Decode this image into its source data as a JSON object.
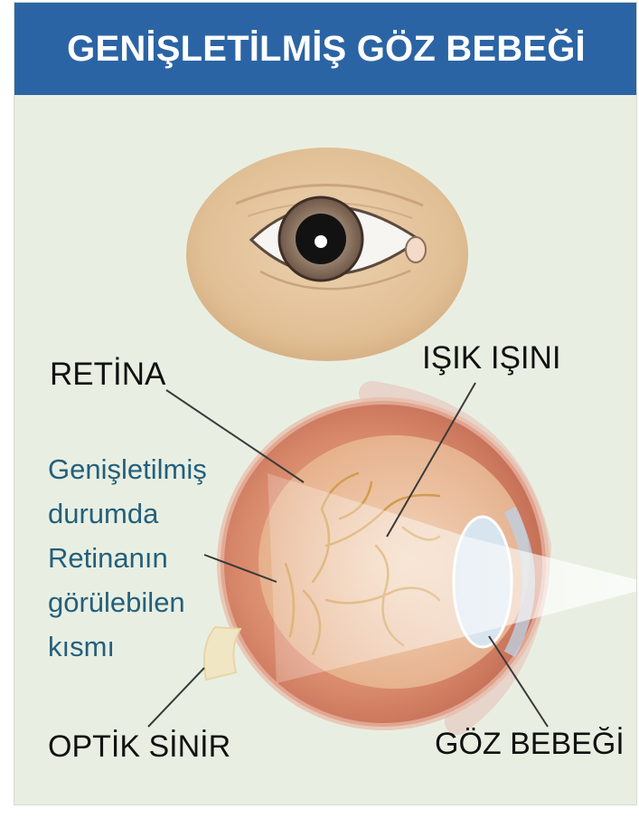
{
  "title": "GENİŞLETİLMİŞ GÖZ BEBEĞİ",
  "labels": {
    "retina": "RETİNA",
    "light_ray": "IŞIK IŞINI",
    "optic_nerve": "OPTİK SİNİR",
    "pupil": "GÖZ BEBEĞİ"
  },
  "description_lines": [
    "Genişletilmiş",
    "durumda",
    "Retinanın",
    "görülebilen",
    "kısmı"
  ],
  "colors": {
    "header": "#2b64a4",
    "background": "#e8efe2",
    "skin": "#e2c29a",
    "iris": "#8a7362",
    "eyeball": "#d9866a",
    "retina_inner": "#edc7a6",
    "vessels": "#d8a45a",
    "description_text": "#245f7c"
  }
}
